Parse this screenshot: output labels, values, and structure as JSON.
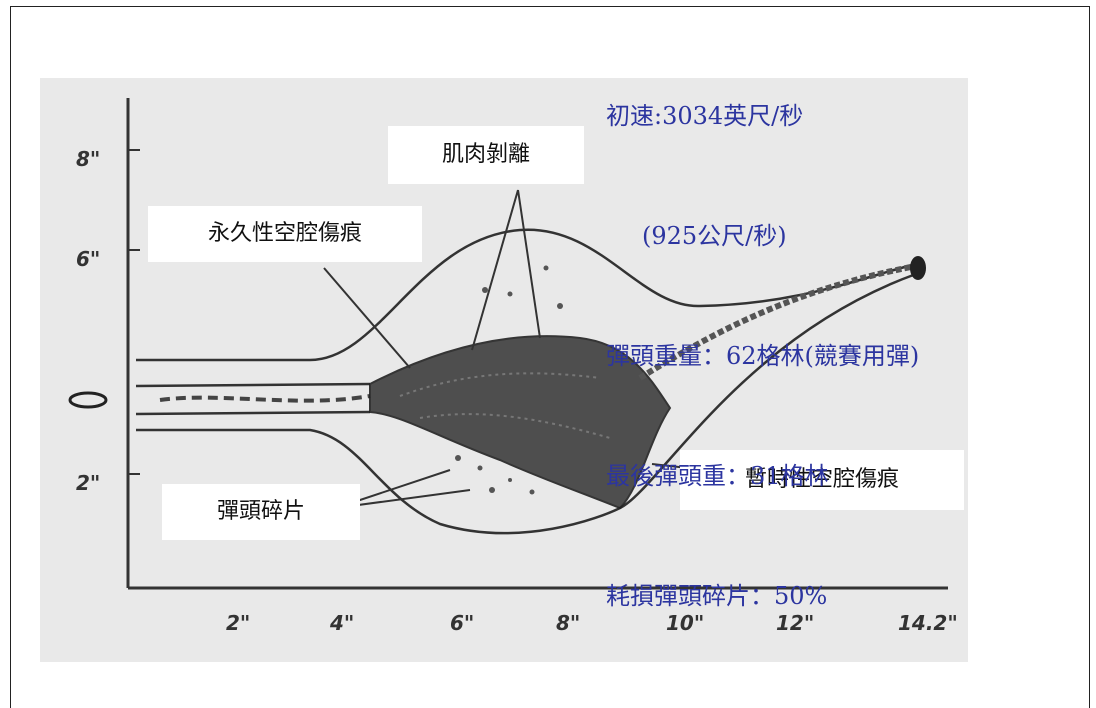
{
  "labels": {
    "permanent_cavity": "永久性空腔傷痕",
    "muscle_detachment": "肌肉剝離",
    "temporary_cavity": "暫時性空腔傷痕",
    "bullet_fragments": "彈頭碎片"
  },
  "info": {
    "line1": "初速:3034英尺/秒",
    "line2": "(925公尺/秒)",
    "line3": "彈頭重量：62格林(競賽用彈)",
    "line4": "最後彈頭重：31格林",
    "line5": "耗損彈頭碎片：50%"
  },
  "axes": {
    "y_ticks": [
      "8\"",
      "6\"",
      "2\""
    ],
    "x_ticks": [
      "2\"",
      "4\"",
      "6\"",
      "8\"",
      "10\"",
      "12\"",
      "14.2\""
    ]
  },
  "colors": {
    "info_text": "#2c35a0",
    "paper": "#e9e9e9"
  }
}
